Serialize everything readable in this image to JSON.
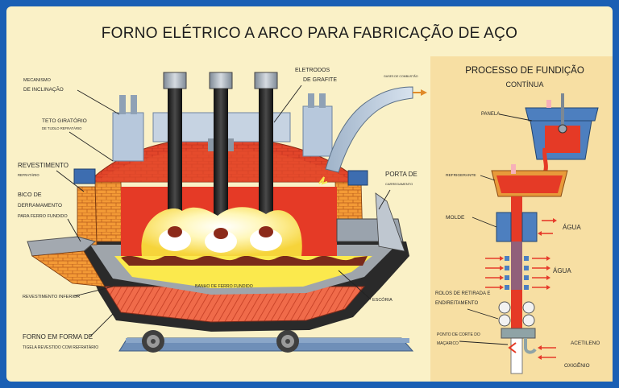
{
  "title": "FORNO ELÉTRICO A ARCO PARA FABRICAÇÃO DE AÇO",
  "furnace_labels": {
    "mechanism_1": "MECANISMO",
    "mechanism_2": "DE INCLINAÇÃO",
    "roof_1": "TETO GIRATÓRIO",
    "roof_2": "DE TIJOLO REFRATÁRIO",
    "lining_1": "REVESTIMENTO",
    "lining_2": "REFRATÁRIO",
    "spout_1": "BICO DE",
    "spout_2": "DERRAMAMENTO",
    "spout_3": "PARA FERRO FUNDIDO",
    "bottom_lining": "REVESTIMENTO INFERIOR",
    "bowl_1": "FORNO EM FORMA DE",
    "bowl_2": "TIGELA REVESTIDO COM REFRATÁRIO",
    "electrodes_1": "ELETRODOS",
    "electrodes_2": "DE GRAFITE",
    "exhaust": "GASES DE COMBUSTÃO",
    "door_1": "PORTA DE",
    "door_2": "CARREGAMENTO",
    "bath": "BANHO DE FERRO FUNDIDO",
    "slag": "ESCÓRIA"
  },
  "casting": {
    "title_1": "PROCESSO DE FUNDIÇÃO",
    "title_2": "CONTÍNUA",
    "ladle": "PANELA",
    "coolant": "REFRIGERANTE",
    "mold": "MOLDE",
    "water_1": "ÁGUA",
    "water_2": "ÁGUA",
    "rolls_1": "ROLOS DE RETIRADA E",
    "rolls_2": "ENDIREITAMENTO",
    "cut_1": "PONTO DE CORTE DO",
    "cut_2": "MAÇARICO",
    "acetylene": "ACETILENO",
    "oxygen": "OXIGÊNIO"
  },
  "colors": {
    "frame": "#1a5fb4",
    "background": "#faf1c7",
    "panel": "#f7dfa3",
    "steel_red": "#e53a26",
    "refractory_orange": "#f39a36",
    "roof_blue": "#4d7fbf",
    "arc_yellow": "#fbe94d",
    "slag_brown": "#7a2a1a",
    "water_arrow": "#e63b2a"
  },
  "icons": [
    "arrow-right-icon",
    "arrow-left-icon"
  ]
}
